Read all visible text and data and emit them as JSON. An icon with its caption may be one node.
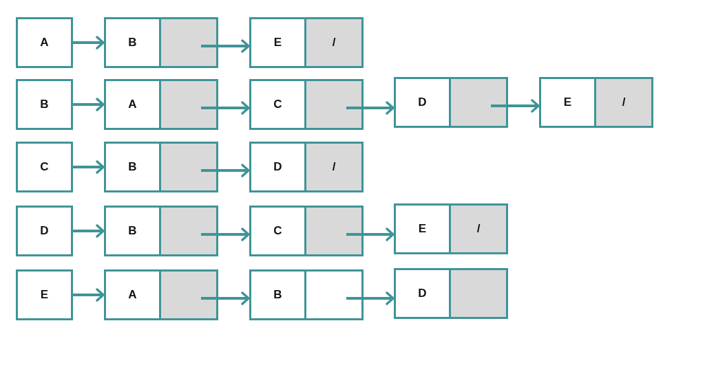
{
  "diagram": {
    "nodes": [
      {
        "text": [
          "A"
        ]
      },
      {
        "text": [
          "B"
        ]
      },
      {
        "text": [],
        "shape": "box",
        "in": 1
      },
      {
        "text": [
          "E"
        ]
      },
      {
        "text": [
          "/"
        ],
        "in": 3
      },
      {
        "text": [
          "B"
        ]
      },
      {
        "text": [
          "A"
        ]
      },
      {
        "text": [],
        "shape": "box",
        "in": 6
      },
      {
        "text": [
          "C"
        ]
      },
      {
        "text": [],
        "shape": "box",
        "in": 8
      },
      {
        "text": [
          "D"
        ]
      },
      {
        "text": [],
        "shape": "box",
        "in": 10
      },
      {
        "text": [
          "E"
        ]
      },
      {
        "text": [
          "/"
        ],
        "in": 12
      },
      {
        "text": [
          "C"
        ]
      },
      {
        "text": [
          "B"
        ]
      },
      {
        "text": [],
        "shape": "box",
        "in": 15
      },
      {
        "text": [
          "D"
        ]
      },
      {
        "text": [
          "/"
        ],
        "in": 17
      },
      {
        "text": [
          "D"
        ]
      },
      {
        "text": [
          "B"
        ]
      },
      {
        "text": [],
        "shape": "box",
        "in": 20
      },
      {
        "text": [
          "C"
        ]
      },
      {
        "text": [],
        "shape": "box",
        "in": 22
      },
      {
        "text": [
          "E"
        ]
      },
      {
        "text": [
          "/"
        ],
        "in": 24
      },
      {
        "text": [
          "E"
        ]
      },
      {
        "text": [
          "A"
        ]
      },
      {
        "text": [],
        "shape": "box",
        "in": 27
      },
      {
        "text": [
          "B"
        ]
      },
      {
        "text": [],
        "shape": "box",
        "in": 29
      },
      {
        "text": [
          "D"
        ]
      },
      {
        "text": [],
        "shape": "box",
        "in": 31
      }
    ],
    "edges": [
      {
        "from": 0,
        "to": 1,
        "arrow": "to"
      },
      {
        "from": 2,
        "to": 3,
        "arrow": "to"
      },
      {
        "from": 5,
        "to": 6,
        "arrow": "to"
      },
      {
        "from": 7,
        "to": 8,
        "arrow": "to"
      },
      {
        "from": 9,
        "to": 10,
        "arrow": "to"
      },
      {
        "from": 11,
        "to": 12,
        "arrow": "to"
      },
      {
        "from": 14,
        "to": 15,
        "arrow": "to"
      },
      {
        "from": 16,
        "to": 17,
        "arrow": "to"
      },
      {
        "from": 19,
        "to": 20,
        "arrow": "to"
      },
      {
        "from": 21,
        "to": 22,
        "arrow": "to"
      },
      {
        "from": 23,
        "to": 24,
        "arrow": "to"
      },
      {
        "from": 26,
        "to": 27,
        "arrow": "to"
      },
      {
        "from": 28,
        "to": 29,
        "arrow": "to"
      },
      {
        "from": 30,
        "to": 31,
        "arrow": "to"
      }
    ]
  }
}
